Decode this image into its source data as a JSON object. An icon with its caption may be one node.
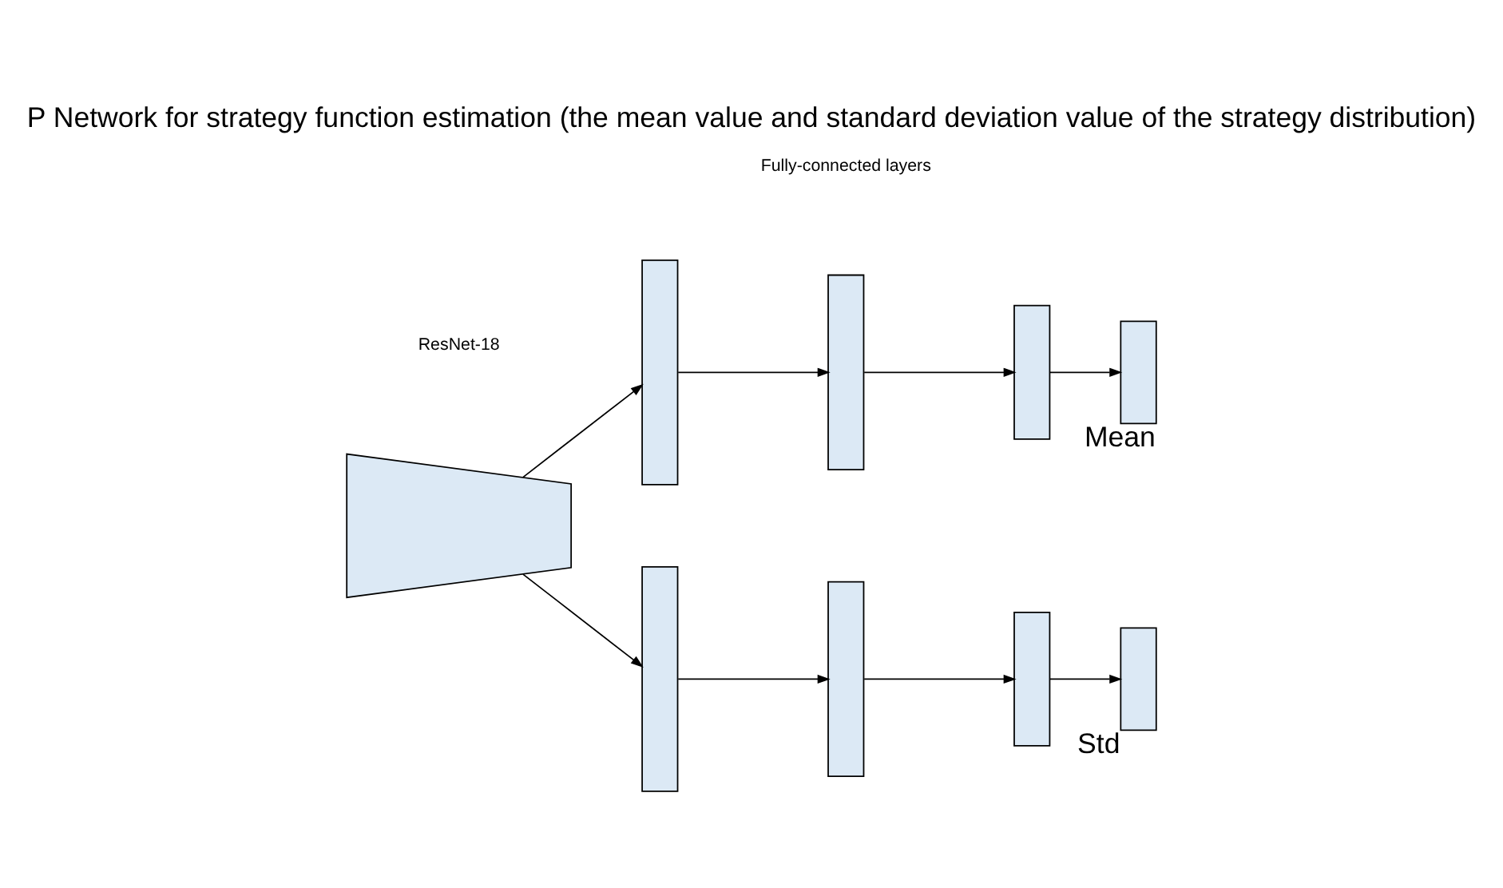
{
  "diagram": {
    "title": "P Network for strategy function estimation (the mean value and standard deviation value of the strategy distribution)",
    "nodes": [
      {
        "text": [],
        "shape": "trapezoid"
      },
      {
        "text": [],
        "shape": "box"
      },
      {
        "text": [],
        "shape": "box"
      },
      {
        "text": [],
        "shape": "box"
      },
      {
        "text": [],
        "shape": "box",
        "beside": [
          "Mean"
        ]
      },
      {
        "text": [],
        "shape": "box"
      },
      {
        "text": [],
        "shape": "box"
      },
      {
        "text": [],
        "shape": "box"
      },
      {
        "text": [],
        "shape": "box",
        "beside": [
          "Std"
        ]
      }
    ],
    "edges": [
      {
        "from": 0,
        "to": 1,
        "arrow": "to"
      },
      {
        "from": 1,
        "to": 2,
        "arrow": "to"
      },
      {
        "from": 2,
        "to": 3,
        "arrow": "to"
      },
      {
        "from": 3,
        "to": 4,
        "arrow": "to"
      },
      {
        "from": 0,
        "to": 5,
        "arrow": "to"
      },
      {
        "from": 5,
        "to": 6,
        "arrow": "to"
      },
      {
        "from": 6,
        "to": 7,
        "arrow": "to"
      },
      {
        "from": 7,
        "to": 8,
        "arrow": "to"
      }
    ],
    "labels": [
      "ResNet-18",
      "Fully-connected layers"
    ]
  }
}
